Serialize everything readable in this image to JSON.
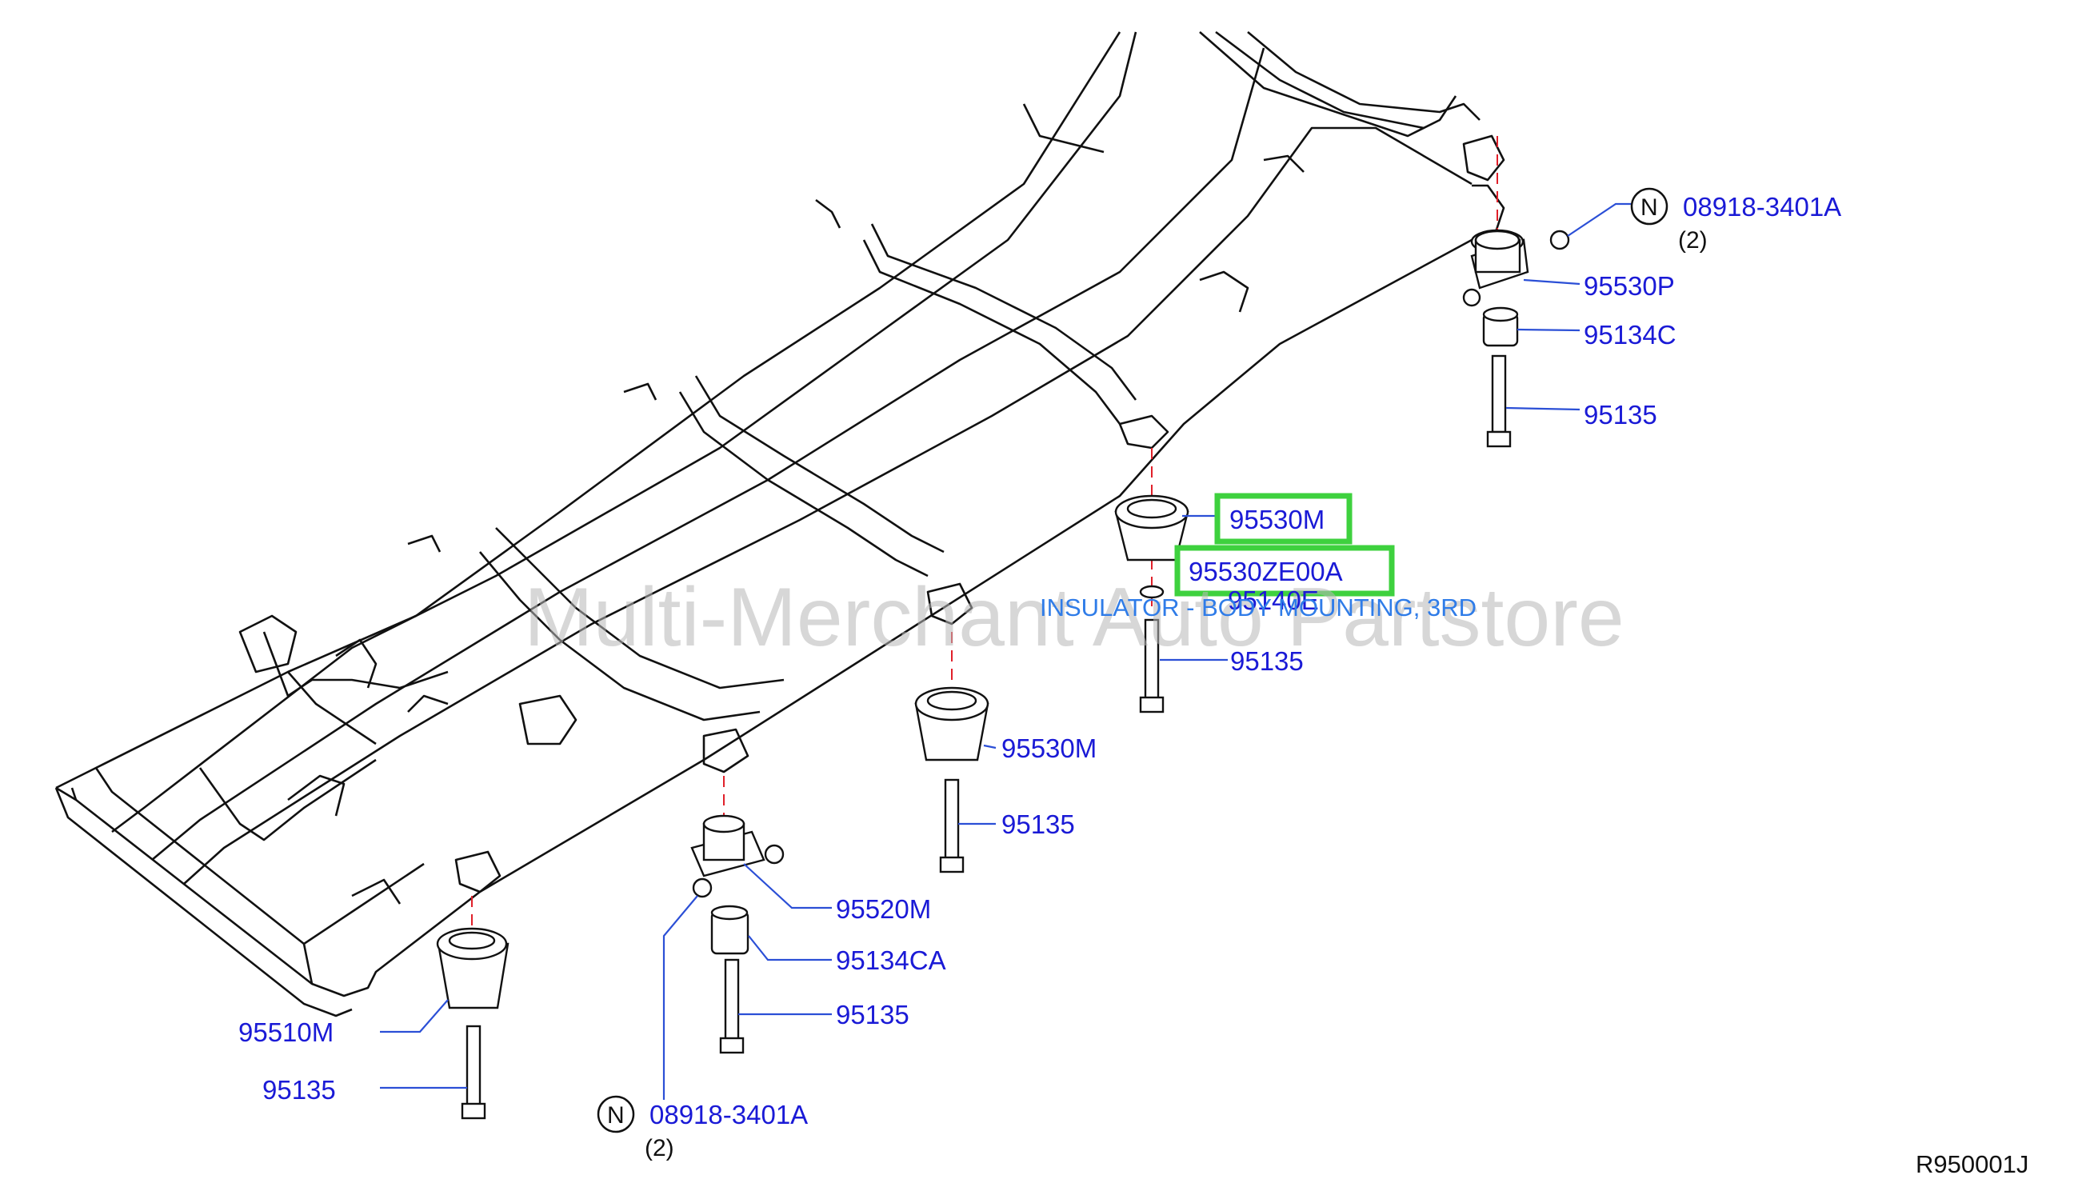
{
  "diagram": {
    "watermark": "Multi-Merchant Auto Partstore",
    "reference_code": "R950001J",
    "description": "INSULATOR - BODY MOUNTING, 3RD",
    "labels": {
      "p1": "08918-3401A",
      "p1_qty": "(2)",
      "p2": "95530P",
      "p3": "95134C",
      "p4": "95135",
      "p5": "95530M",
      "p6": "95530ZE00A",
      "p7": "95140E",
      "p8": "95135",
      "p9": "95530M",
      "p10": "95135",
      "p11": "95520M",
      "p12": "95134CA",
      "p13": "95135",
      "p14": "95510M",
      "p15": "95135",
      "p16": "08918-3401A",
      "p16_qty": "(2)"
    },
    "nut_symbol": "N",
    "highlighted_parts": [
      "95530M",
      "95530ZE00A"
    ],
    "colors": {
      "label": "#1a1ad6",
      "description": "#2f7ce8",
      "highlight": "#3ed13e",
      "axis": "#e0202a"
    }
  }
}
